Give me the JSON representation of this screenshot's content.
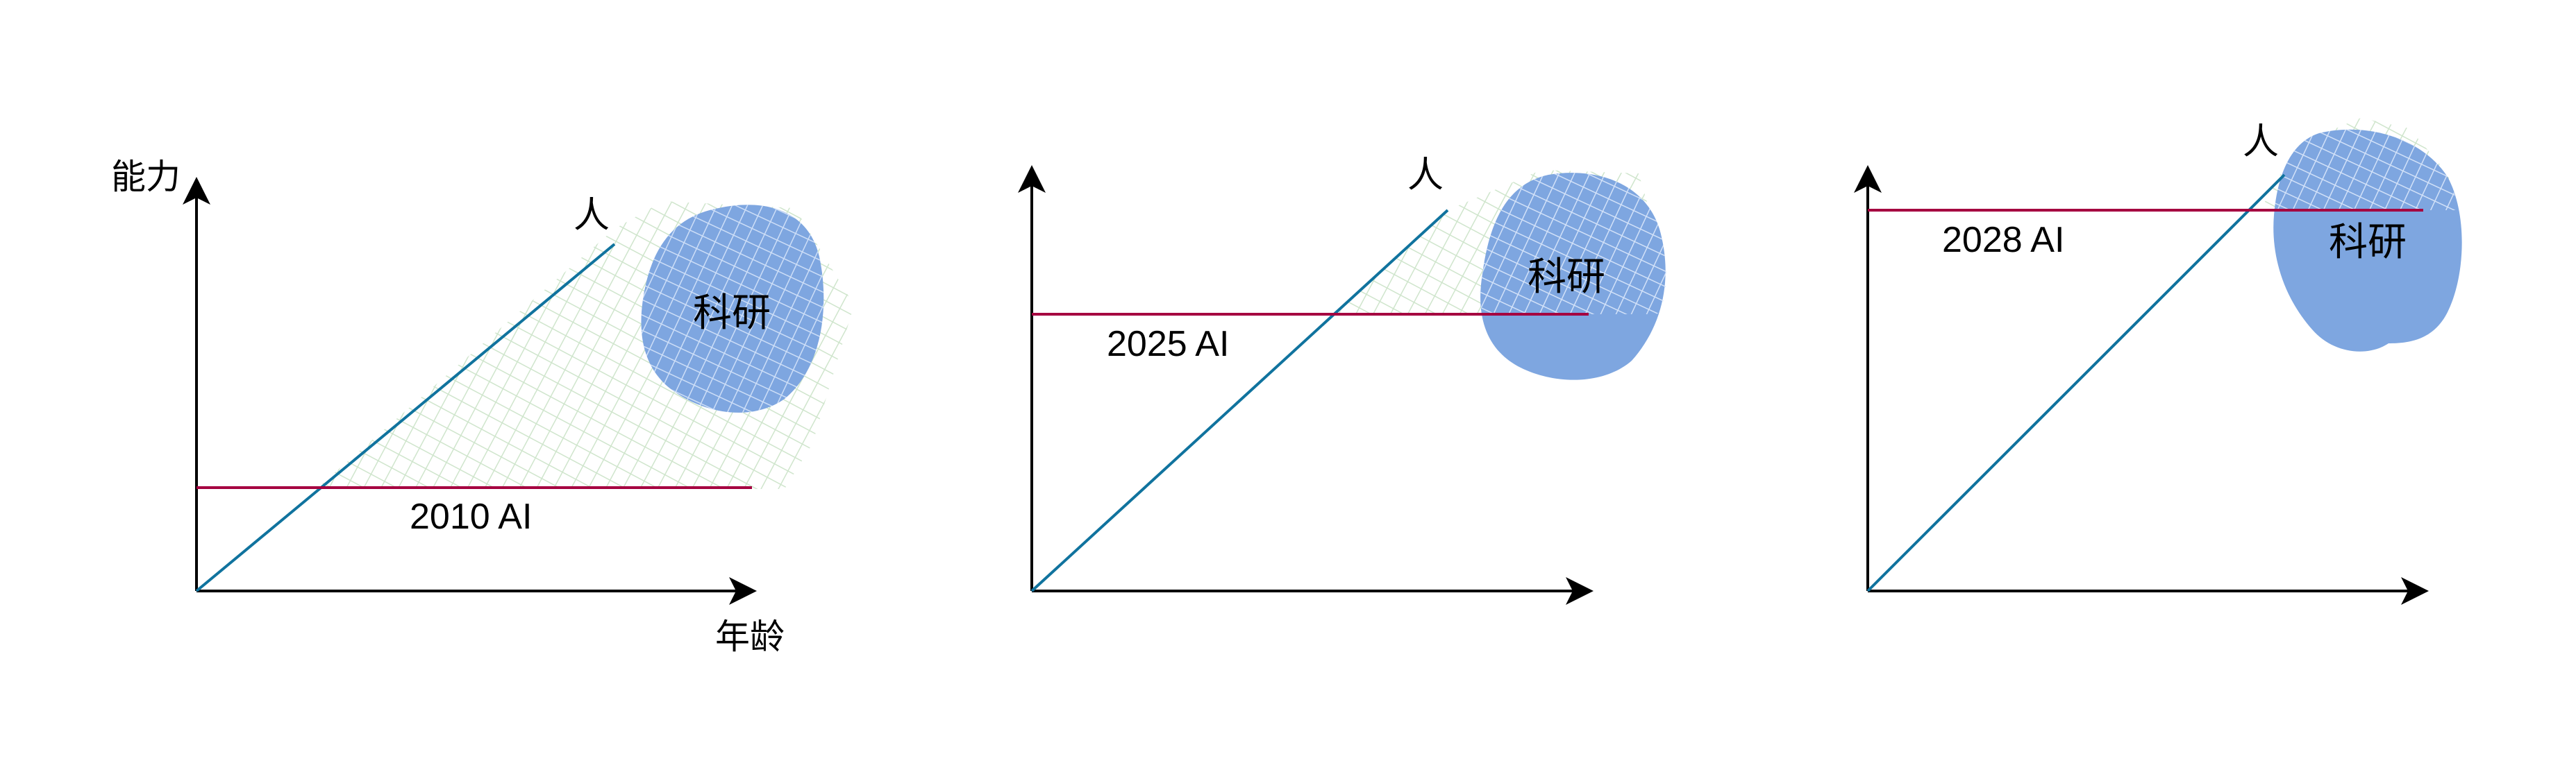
{
  "axes": {
    "y_label": "能力",
    "x_label": "年龄"
  },
  "panels": [
    {
      "human_label": "人",
      "ai_label": "2010 AI",
      "research_label": "科研"
    },
    {
      "human_label": "人",
      "ai_label": "2025 AI",
      "research_label": "科研"
    },
    {
      "human_label": "人",
      "ai_label": "2028 AI",
      "research_label": "科研"
    }
  ],
  "colors": {
    "axis": "#000000",
    "human_line": "#10739e",
    "ai_line": "#a50040",
    "research_fill": "#7ea6e0",
    "hatch_green": "#d5e8d4",
    "hatch_blue": "#dae8fc"
  }
}
